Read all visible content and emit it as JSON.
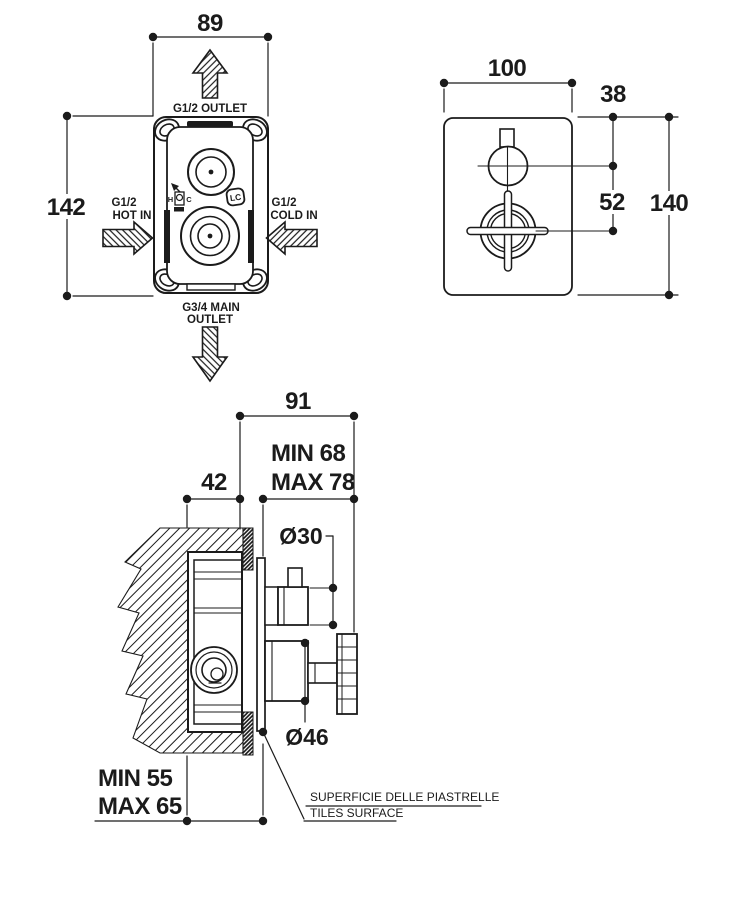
{
  "front_valve_view": {
    "dim_width": "89",
    "dim_height": "142",
    "outlet_label": "G1/2 OUTLET",
    "hot_label_1": "G1/2",
    "hot_label_2": "HOT IN",
    "cold_label_1": "G1/2",
    "cold_label_2": "COLD IN",
    "main_outlet_label_1": "G3/4 MAIN",
    "main_outlet_label_2": "OUTLET",
    "hot_letter": "H",
    "cold_letter": "C",
    "logo_text": "LC"
  },
  "trim_view": {
    "dim_width": "100",
    "dim_top_offset": "38",
    "dim_handle_gap": "52",
    "dim_height": "140"
  },
  "side_view": {
    "dim_total_depth": "91",
    "dim_box_depth": "42",
    "dim_projection_min": "MIN 68",
    "dim_projection_max": "MAX 78",
    "dim_knob_diameter": "Ø30",
    "dim_handle_diameter": "Ø46",
    "dim_recess_min": "MIN 55",
    "dim_recess_max": "MAX 65",
    "tiles_surface_line1": "SUPERFICIE DELLE PIASTRELLE",
    "tiles_surface_line2": "TILES SURFACE"
  },
  "colors": {
    "ink": "#1b1b1b",
    "paper": "#ffffff"
  }
}
